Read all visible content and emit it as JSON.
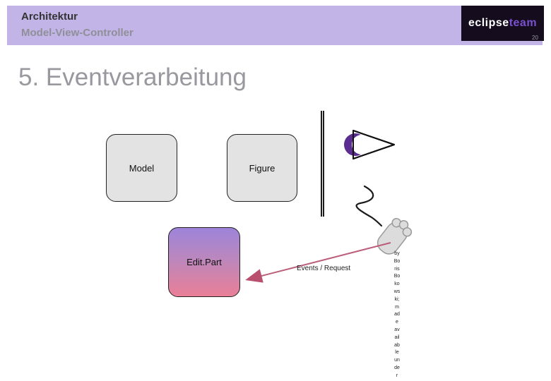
{
  "header": {
    "title": "Architektur",
    "subtitle": "Model-View-Controller",
    "logo_eclipse": "eclipse",
    "logo_team": "team",
    "page_number": "20"
  },
  "slide": {
    "title": "5. Eventverarbeitung"
  },
  "diagram": {
    "model_label": "Model",
    "figure_label": "Figure",
    "editpart_label": "Edit.Part",
    "arrow_label": "Events / Request"
  },
  "credit_lines": [
    "by",
    "Bo",
    "ris",
    "Bo",
    "ko",
    "ws",
    "ki;",
    "m",
    "ad",
    "e",
    "av",
    "ail",
    "ab",
    "le",
    "un",
    "de",
    "r"
  ],
  "icons": {
    "eye": "eye-icon",
    "hand": "hand-cursor-icon",
    "squiggle": "squiggle-line",
    "separator": "double-vertical-line",
    "arrow": "events-arrow"
  },
  "colors": {
    "header_bg": "#c3b4e8",
    "logo_bg": "#150d1e",
    "logo_accent": "#7a4fd0",
    "title_gray": "#98989e",
    "box_fill": "#e3e3e3",
    "editpart_top": "#9d84da",
    "editpart_bottom": "#ea7f97",
    "arrow": "#bb5e7a",
    "crescent": "#5b2d91"
  }
}
